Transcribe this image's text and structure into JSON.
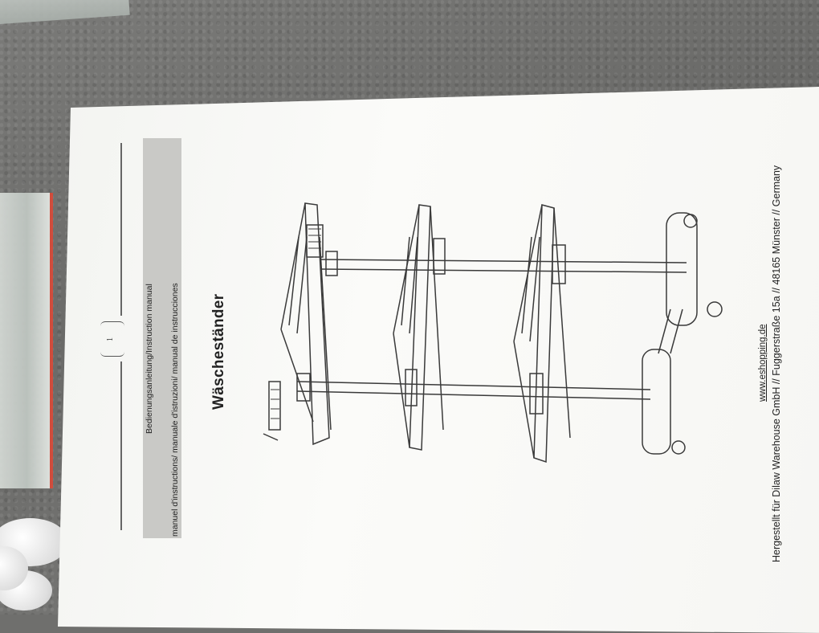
{
  "document": {
    "page_number": "1",
    "subtitle_line1": "Bedienungsanleitung/Instruction manual",
    "subtitle_line2": "manuel d'instructions/ manuale d'istruzioni/ manual de instrucciones",
    "title": "Wäscheständer",
    "website": "www.eshopping.de",
    "manufacturer": "Hergestellt für Dilaw Warehouse GmbH // Fuggerstraße 15a // 48165 Münster // Germany"
  }
}
